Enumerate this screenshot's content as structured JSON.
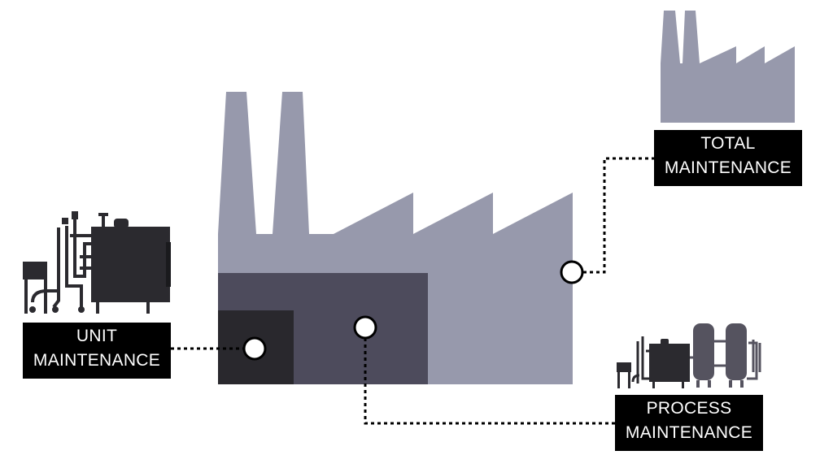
{
  "labels": {
    "unit": {
      "line1": "UNIT",
      "line2": "MAINTENANCE"
    },
    "process": {
      "line1": "PROCESS",
      "line2": "MAINTENANCE"
    },
    "total": {
      "line1": "TOTAL",
      "line2": "MAINTENANCE"
    }
  },
  "colors": {
    "factory_light": "#9799ac",
    "factory_mid": "#4d4b5c",
    "factory_dark": "#29282d",
    "machine": "#2b2a2f",
    "machine_grey": "#55535f",
    "label_bg": "#000000",
    "label_text": "#ffffff",
    "connector": "#000000"
  },
  "icons": {
    "main": "factory-icon",
    "total": "small-factory-icon",
    "unit": "machine-unit-icon",
    "process": "process-plant-icon"
  }
}
